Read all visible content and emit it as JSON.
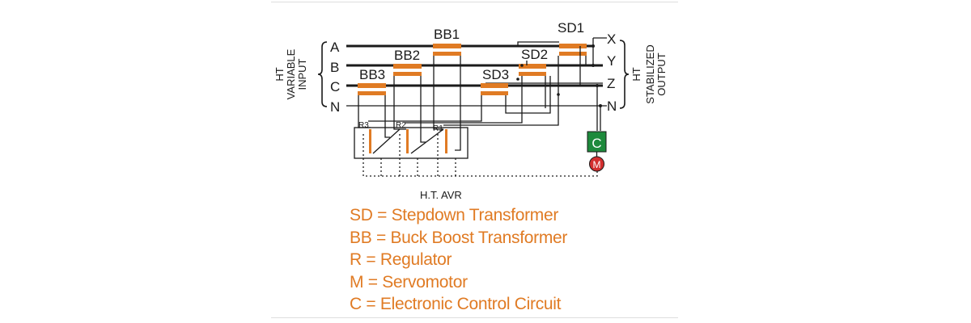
{
  "diagram": {
    "input_group": {
      "line1": "HT",
      "line2": "VARIABLE",
      "line3": "INPUT"
    },
    "output_group": {
      "line1": "HT",
      "line2": "STABILIZED",
      "line3": "OUTPUT"
    },
    "input_phases": [
      "A",
      "B",
      "C",
      "N"
    ],
    "output_phases": [
      "X",
      "Y",
      "Z",
      "N"
    ],
    "buck_boost": [
      "BB1",
      "BB2",
      "BB3"
    ],
    "stepdown": [
      "SD1",
      "SD2",
      "SD3"
    ],
    "regulators": [
      "R3",
      "R2",
      "R1"
    ],
    "control_label": "C",
    "motor_label": "M",
    "caption": "H.T. AVR",
    "colors": {
      "winding": "#e07b24",
      "wire": "#1a1a1a",
      "control": "#1e8a3c",
      "motor": "#d32f2f",
      "legend_text": "#e07b24"
    }
  },
  "legend": [
    "SD = Stepdown Transformer",
    "BB = Buck Boost Transformer",
    "R = Regulator",
    "M = Servomotor",
    "C = Electronic Control Circuit"
  ]
}
